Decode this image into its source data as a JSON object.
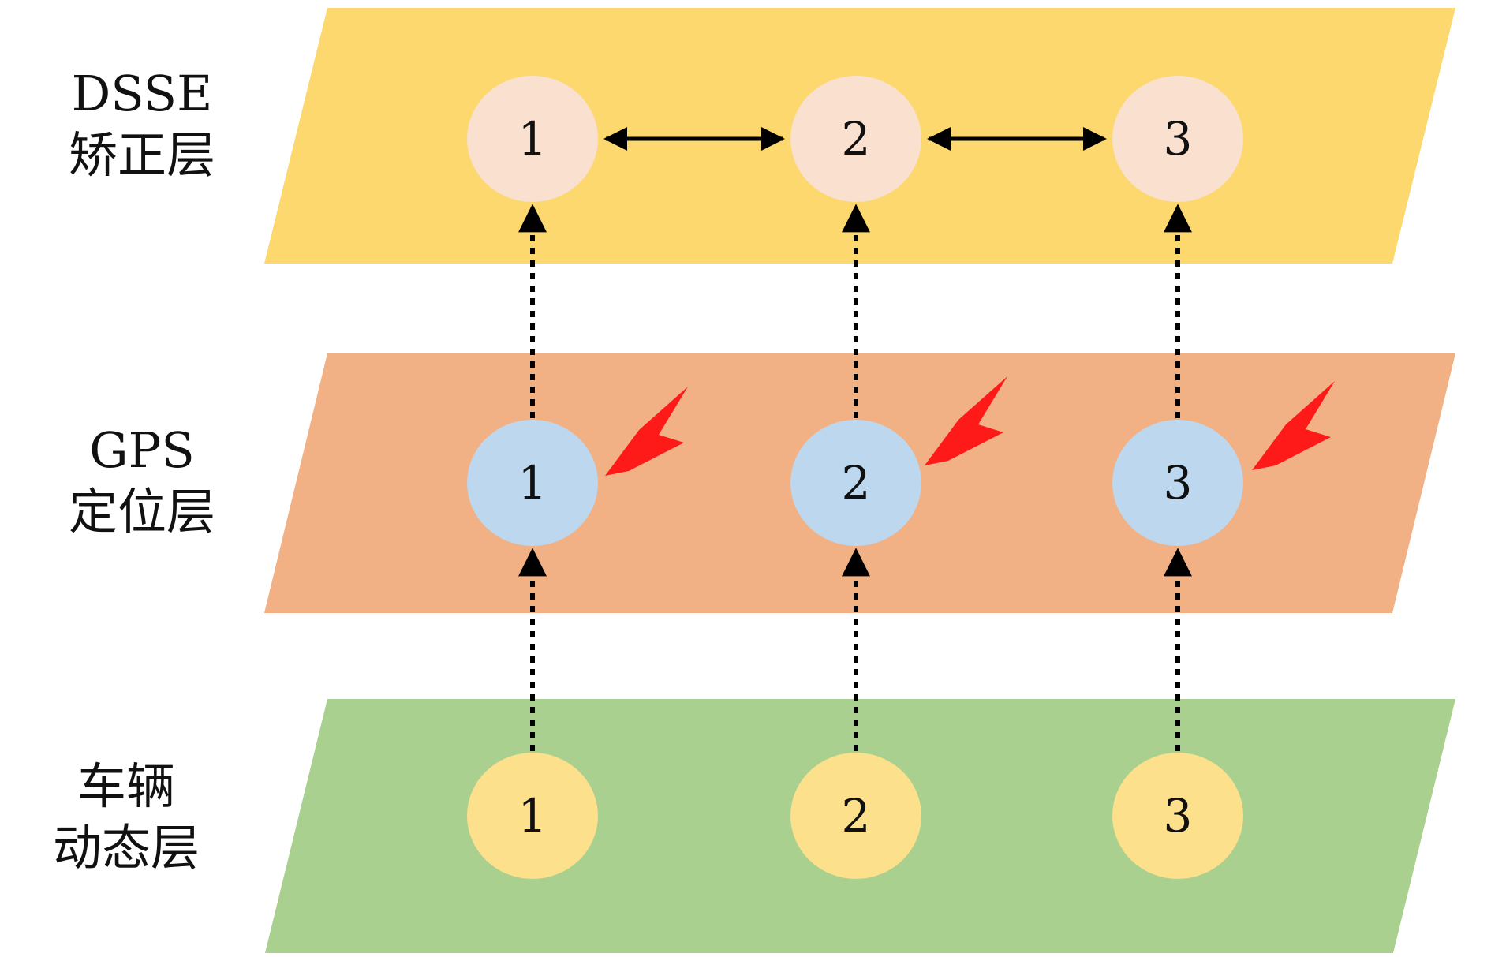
{
  "layers": [
    {
      "id": "dsse",
      "label_line1": "DSSE",
      "label_line2": "矫正层",
      "color": "#fcd86f",
      "node_color": "#f9e0cf",
      "nodes": [
        "1",
        "2",
        "3"
      ]
    },
    {
      "id": "gps",
      "label_line1": "GPS",
      "label_line2": "定位层",
      "color": "#f2b185",
      "node_color": "#bcd7ee",
      "nodes": [
        "1",
        "2",
        "3"
      ]
    },
    {
      "id": "vehicle",
      "label_line1": "车辆",
      "label_line2": "动态层",
      "color": "#a9d08e",
      "node_color": "#fde08b",
      "nodes": [
        "1",
        "2",
        "3"
      ]
    }
  ],
  "edge_color": "#000000",
  "interference_color": "#ff1a1a",
  "interference_icon": "lightning-bolt-icon"
}
